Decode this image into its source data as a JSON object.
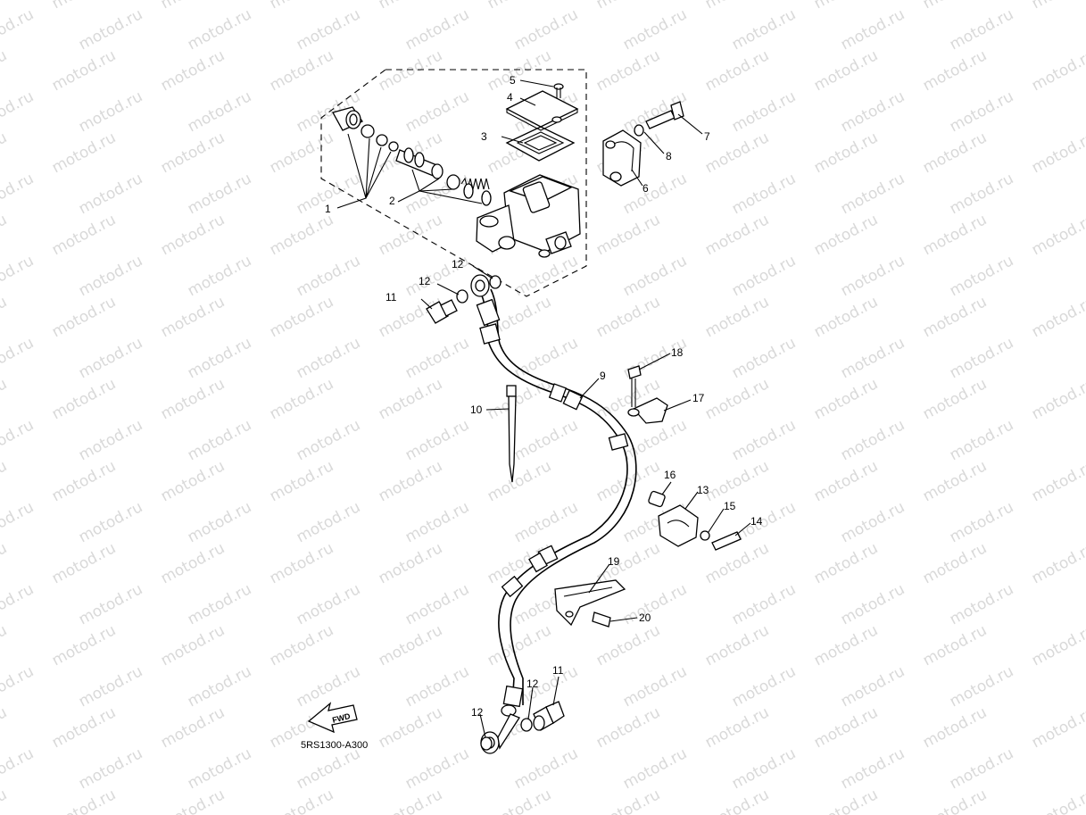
{
  "watermark": "motod.ru",
  "diagram_code": "5RS1300-A300",
  "fwd_label": "FWD",
  "callouts": {
    "c1": "1",
    "c2": "2",
    "c3": "3",
    "c4": "4",
    "c5": "5",
    "c6": "6",
    "c7": "7",
    "c8": "8",
    "c9": "9",
    "c10": "10",
    "c11a": "11",
    "c11b": "11",
    "c12a": "12",
    "c12b": "12",
    "c12c": "12",
    "c12d": "12",
    "c13": "13",
    "c14": "14",
    "c15": "15",
    "c16": "16",
    "c17": "17",
    "c18": "18",
    "c19": "19",
    "c20": "20"
  }
}
